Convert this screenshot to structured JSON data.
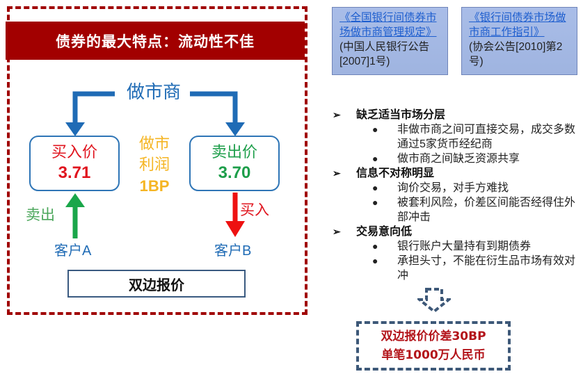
{
  "left_panel": {
    "banner_title": "债券的最大特点：流动性不佳",
    "market_maker": "做市商",
    "buy_price": {
      "label": "买入价",
      "value": "3.71"
    },
    "sell_price": {
      "label": "卖出价",
      "value": "3.70"
    },
    "profit": {
      "line1": "做市",
      "line2": "利润",
      "value": "1BP"
    },
    "sell_action": "卖出",
    "buy_action": "买入",
    "client_a": "客户A",
    "client_b": "客户B",
    "quote_label": "双边报价"
  },
  "references": [
    {
      "link_text": "《全国银行间债券市场做市商管理规定》",
      "note": "(中国人民银行公告[2007]1号)"
    },
    {
      "link_text": "《银行间债券市场做市商工作指引》",
      "note": "(协会公告[2010]第2号)"
    }
  ],
  "points": [
    {
      "heading": "缺乏适当市场分层",
      "items": [
        "非做市商之间可直接交易，成交多数通过5家货币经纪商",
        "做市商之间缺乏资源共享"
      ]
    },
    {
      "heading": "信息不对称明显",
      "items": [
        "询价交易，对手方难找",
        "被套利风险，价差区间能否经得住外部冲击"
      ]
    },
    {
      "heading": "交易意向低",
      "items": [
        "银行账户大量持有到期债券",
        "承担头寸，不能在衍生品市场有效对冲"
      ]
    }
  ],
  "result": {
    "line1": "双边报价价差30BP",
    "line2": "单笔1000万人民币"
  },
  "icons": {
    "heading_bullet": "➢",
    "item_bullet": "●"
  },
  "colors": {
    "banner": "#a20000",
    "frame": "#a00000",
    "market_maker_blue": "#1f6bb5",
    "buy_red": "#e0141e",
    "sell_green": "#1d9e4a",
    "profit_gold": "#f5b523",
    "result_red": "#b3141a",
    "result_frame": "#3d5878"
  }
}
